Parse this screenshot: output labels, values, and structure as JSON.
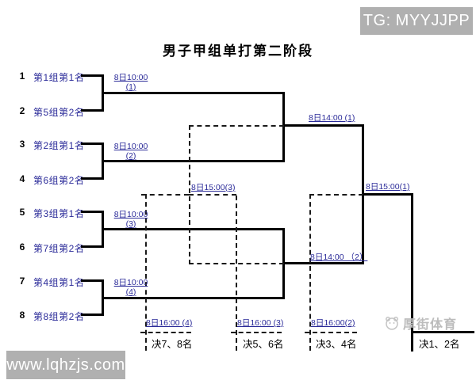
{
  "badges": {
    "tg": "TG: MYYJJPP",
    "url": "www.lqhzjs.com"
  },
  "title": "男子甲组单打第二阶段",
  "entries": [
    {
      "seed": "1",
      "name": "第1组第1名"
    },
    {
      "seed": "2",
      "name": "第5组第2名"
    },
    {
      "seed": "3",
      "name": "第2组第1名"
    },
    {
      "seed": "4",
      "name": "第6组第2名"
    },
    {
      "seed": "5",
      "name": "第3组第1名"
    },
    {
      "seed": "6",
      "name": "第7组第2名"
    },
    {
      "seed": "7",
      "name": "第4组第1名"
    },
    {
      "seed": "8",
      "name": "第8组第2名"
    }
  ],
  "round1": [
    {
      "time": "8日10:00",
      "num": "(1)"
    },
    {
      "time": "8日10:00",
      "num": "(2)"
    },
    {
      "time": "8日10:00",
      "num": "(3)"
    },
    {
      "time": "8日10:00",
      "num": "(4)"
    }
  ],
  "semifinals": {
    "sf1": "8日14:00 (1)",
    "sf2": "8日14:00 （2）"
  },
  "final_label": "8日15:00(1)",
  "consolation_label": "8日15:00(3)",
  "placements": [
    {
      "time": "8日16:00 (4)",
      "place": "决7、8名"
    },
    {
      "time": "8日16:00 (3)",
      "place": "决5、6名"
    },
    {
      "time": "8日16:00(2)",
      "place": "决3、4名"
    },
    {
      "time": "",
      "place": "决1、2名"
    }
  ],
  "watermark": "厚街体育",
  "colors": {
    "label_navy": "#2b2b99",
    "badge_gray": "#b0b0b0",
    "line_black": "#000000"
  }
}
